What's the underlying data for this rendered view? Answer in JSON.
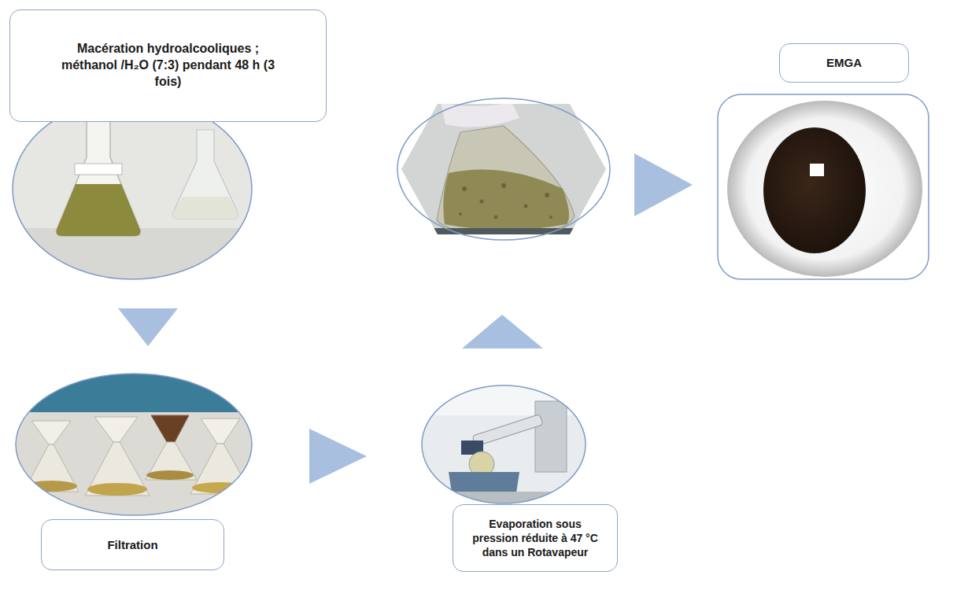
{
  "diagram": {
    "nodes": [
      {
        "text": [
          "Macération hydroalcooliques ; méthanol /H₂O (7:3) pendant 48 h (3 fois)"
        ]
      },
      {
        "text": [
          "Filtration"
        ]
      },
      {
        "text": [
          "Evaporation sous pression réduite à 47 °C dans un Rotavapeur"
        ]
      },
      {
        "text": [
          "EMGA"
        ]
      }
    ]
  }
}
